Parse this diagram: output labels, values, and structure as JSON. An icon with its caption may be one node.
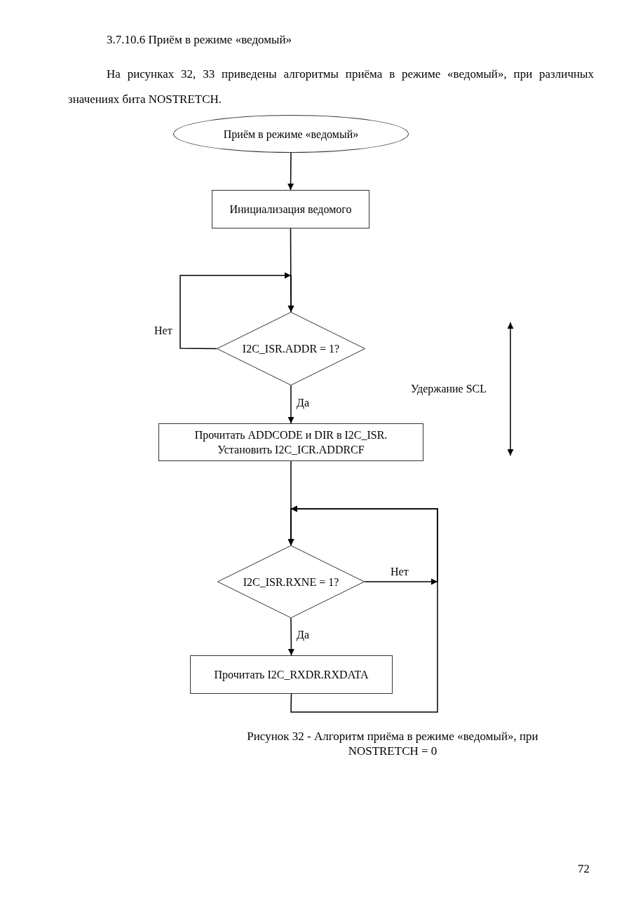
{
  "diagram": {
    "title": "3.7.10.6 Приём в режиме «ведомый»",
    "caption": "Рисунок 32 - Алгоритм приёма в режиме «ведомый», при NOSTRETCH = 0",
    "nodes": [
      {
        "text": [
          "Приём в режиме «ведомый»"
        ]
      },
      {
        "text": [
          "Инициализация ведомого"
        ]
      },
      {
        "text": [
          "I2C_ISR.ADDR = 1?"
        ]
      },
      {
        "text": [
          "Прочитать ADDCODE и DIR в I2C_ISR. Установить I2C_ICR.ADDRCF"
        ]
      },
      {
        "text": [
          "I2C_ISR.RXNE = 1?"
        ]
      },
      {
        "text": [
          "Прочитать I2C_RXDR.RXDATA"
        ]
      }
    ],
    "edges": [
      {
        "from": 0,
        "to": 1,
        "arrow": "to"
      },
      {
        "from": 1,
        "to": 2,
        "arrow": "to"
      },
      {
        "from": 2,
        "to": 2,
        "arrow": "to",
        "label": "Нет"
      },
      {
        "from": 2,
        "to": 3,
        "arrow": "to",
        "label": "Да"
      },
      {
        "from": 3,
        "to": 4,
        "arrow": "to"
      },
      {
        "from": 4,
        "to": 4,
        "arrow": "to",
        "label": "Нет"
      },
      {
        "from": 5,
        "to": 4,
        "arrow": "to"
      },
      {
        "from": 4,
        "to": 5,
        "arrow": "to",
        "label": "Да"
      }
    ],
    "labels": [
      "На рисунках 32, 33 приведены алгоритмы приёма в режиме «ведомый», при различных значениях бита NOSTRETCH.",
      "Удержание SCL",
      "72"
    ]
  }
}
